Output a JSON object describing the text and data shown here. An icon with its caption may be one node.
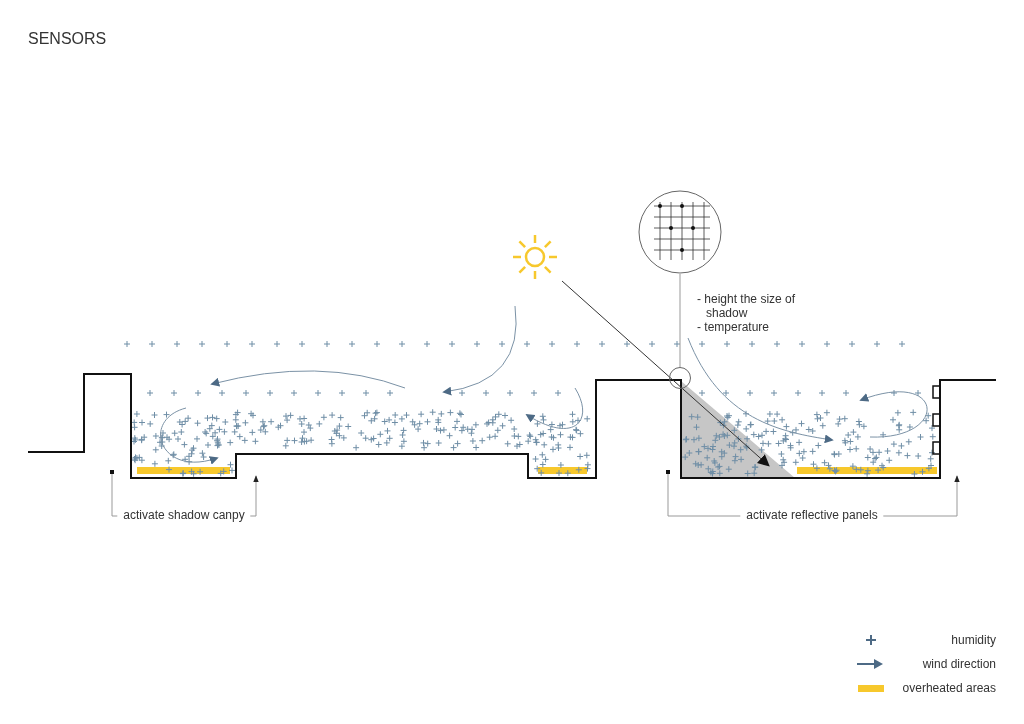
{
  "diagram": {
    "title": "SENSORS",
    "nodes": [
      {
        "text": [],
        "shape": "box"
      },
      {
        "text": [],
        "shape": "box"
      },
      {
        "text": [],
        "shape": "picture",
        "beside": [
          "- height the size of shadow",
          "- temperature"
        ]
      },
      {
        "text": [],
        "shape": "circle"
      }
    ],
    "edges": [
      {
        "from": 0,
        "to": null,
        "arrow": "to",
        "label": "activate shadow canpy"
      },
      {
        "from": 1,
        "to": null,
        "arrow": "to",
        "label": "activate reflective panels"
      },
      {
        "from": 2,
        "to": 3,
        "arrow": "none"
      }
    ],
    "legend": [
      {
        "text": "humidity"
      },
      {
        "text": "wind direction"
      },
      {
        "text": "overheated areas",
        "color": "#f7c82c"
      }
    ]
  }
}
